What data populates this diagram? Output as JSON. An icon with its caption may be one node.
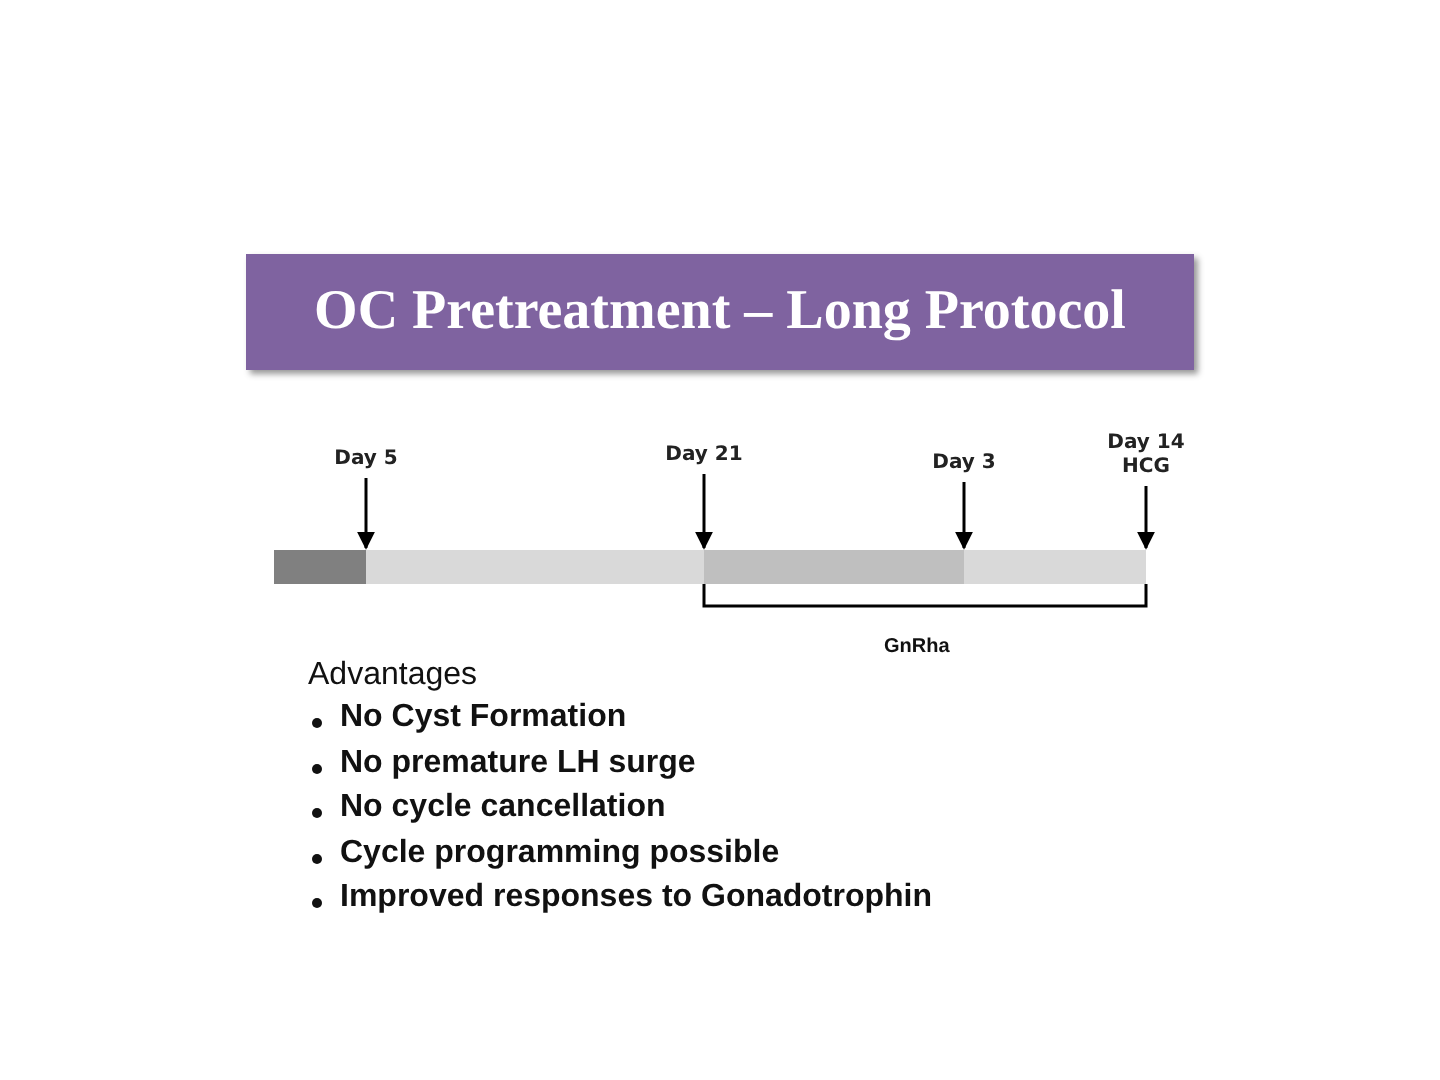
{
  "diagram": {
    "title": "OC Pretreatment – Long Protocol",
    "nodes": [
      {
        "text": [
          "Day 5"
        ]
      },
      {
        "text": [
          "Day 21"
        ]
      },
      {
        "text": [
          "Day 3"
        ]
      },
      {
        "text": [
          "Day 14 HCG"
        ]
      },
      {
        "text": [],
        "shape": "bar"
      }
    ],
    "edges": [
      {
        "from": 0,
        "to": 4,
        "arrow": "to"
      },
      {
        "from": 1,
        "to": 4,
        "arrow": "to"
      },
      {
        "from": 2,
        "to": 4,
        "arrow": "to"
      },
      {
        "from": 3,
        "to": 4,
        "arrow": "to"
      }
    ],
    "labels": [
      "GnRha",
      "Advantages",
      "No Cyst Formation",
      "No premature LH surge",
      "No cycle cancellation",
      "Cycle programming possible",
      "Improved responses to Gonadotrophin"
    ]
  }
}
